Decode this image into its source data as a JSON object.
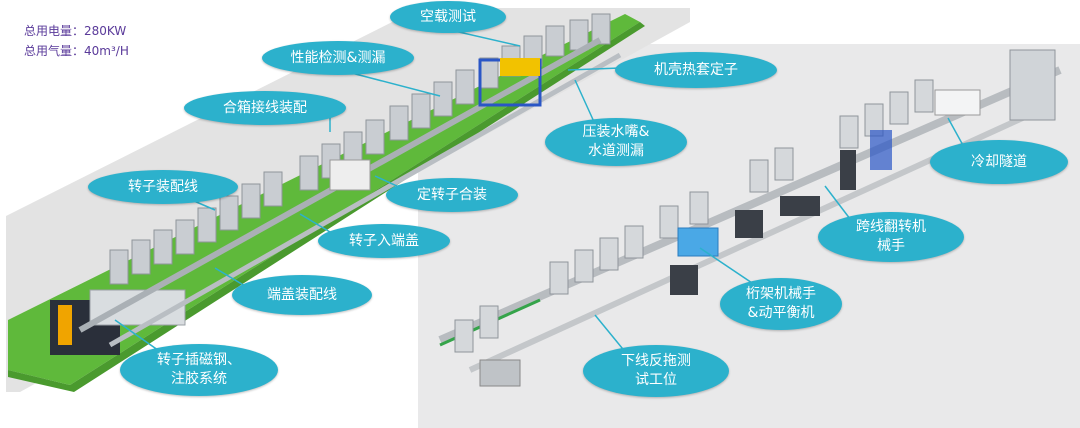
{
  "stats": {
    "power": "总用电量：280KW",
    "air": "总用气量：40m³/H"
  },
  "callouts": {
    "empty_load_test": "空载测试",
    "performance_leak_test": "性能检测&测漏",
    "housing_heat_fit_stator": "机壳热套定子",
    "box_wiring_assembly": "合箱接线装配",
    "press_nozzle_leak": [
      "压装水嘴&",
      "水道测漏"
    ],
    "rotor_assembly_line": "转子装配线",
    "stator_rotor_assembly": "定转子合装",
    "rotor_into_endcover": "转子入端盖",
    "endcover_assembly_line": "端盖装配线",
    "rotor_magnet_glue": [
      "转子插磁钢、",
      "注胶系统"
    ],
    "cooling_tunnel": "冷却隧道",
    "cross_line_flip_robot": [
      "跨线翻转机",
      "械手"
    ],
    "gantry_robot_balancer": [
      "桁架机械手",
      "&动平衡机"
    ],
    "offline_drag_test": [
      "下线反拖测",
      "试工位"
    ]
  },
  "colors": {
    "floor_green": "#5fb93b",
    "floor_gray": "#e6e6e6",
    "callout_fill": "#2cb1cc",
    "stats_text": "#5a3a9a"
  }
}
